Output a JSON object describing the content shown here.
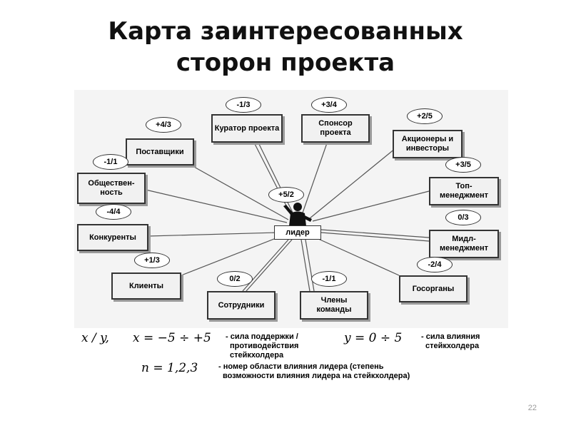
{
  "slide": {
    "title_line1": "Карта заинтересованных",
    "title_line2": "сторон проекта",
    "page_number": "22"
  },
  "diagram": {
    "leader": {
      "label": "лидер",
      "score": "+5/2"
    },
    "stakeholders": [
      {
        "id": "kurator",
        "label": "Куратор проекта",
        "score": "-1/3"
      },
      {
        "id": "sponsor",
        "label": "Спонсор проекта",
        "score": "+3/4"
      },
      {
        "id": "postavshchiki",
        "label": "Поставщики",
        "score": "+4/3"
      },
      {
        "id": "aktsionery",
        "label": "Акционеры и инвесторы",
        "score": "+2/5"
      },
      {
        "id": "obshchestvennost",
        "label": "Обществен-ность",
        "score": "-1/1"
      },
      {
        "id": "top",
        "label": "Топ-менеджмент",
        "score": "+3/5"
      },
      {
        "id": "konkurenty",
        "label": "Конкуренты",
        "score": "-4/4"
      },
      {
        "id": "midl",
        "label": "Мидл-менеджмент",
        "score": "0/3"
      },
      {
        "id": "klienty",
        "label": "Клиенты",
        "score": "+1/3"
      },
      {
        "id": "gosorgany",
        "label": "Госорганы",
        "score": "-2/4"
      },
      {
        "id": "sotrudniki",
        "label": "Сотрудники",
        "score": "0/2"
      },
      {
        "id": "chleny",
        "label": "Члены команды",
        "score": "-1/1"
      }
    ]
  },
  "legend": {
    "xy_formula": "x / y,",
    "x_formula": "x = −5 ÷ +5",
    "x_desc_line1": "- сила поддержки /",
    "x_desc_line2": "противодействия",
    "x_desc_line3": "стейкхолдера",
    "y_formula": "y = 0 ÷ 5",
    "y_desc_line1": "- сила влияния",
    "y_desc_line2": "стейкхолдера",
    "n_formula": "n = 1,2,3",
    "n_desc_line1": "- номер области влияния лидера (степень",
    "n_desc_line2": "возможности влияния лидера на стейкхолдера)"
  }
}
